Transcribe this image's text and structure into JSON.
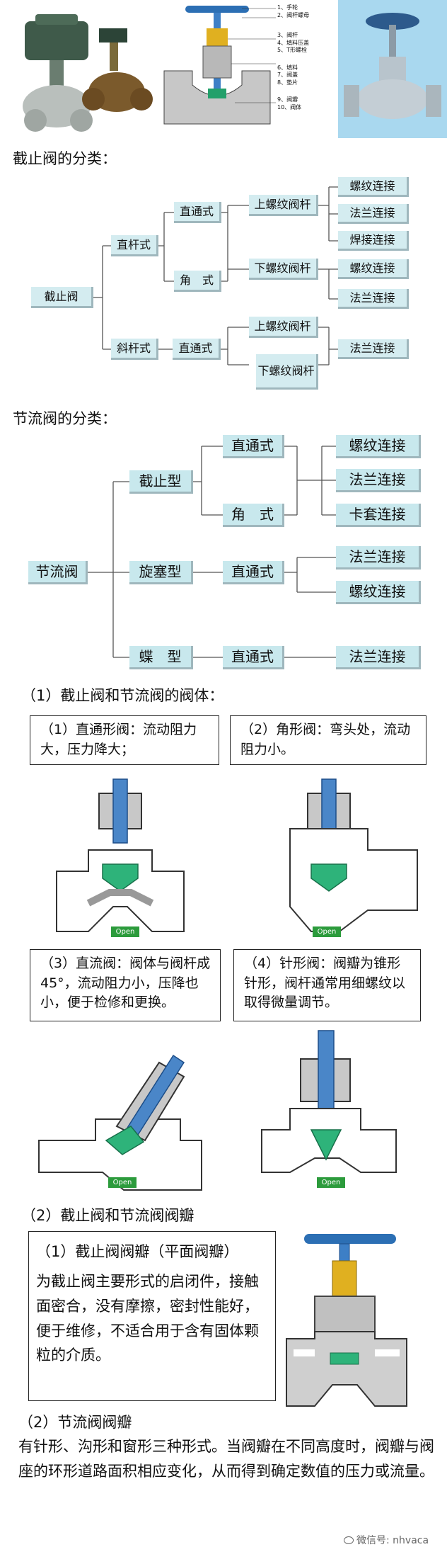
{
  "top_photo_labels": [
    "1、手轮",
    "2、阀杆螺母",
    "3、阀杆",
    "4、填料压盖",
    "5、T形螺栓",
    "6、填料",
    "7、阀盖",
    "8、垫片",
    "9、阀瓣",
    "10、阀体"
  ],
  "section1_title": "截止阀的分类：",
  "cutoff_tree": {
    "root": "截止阀",
    "straight_rod": "直杆式",
    "inclined_rod": "斜杆式",
    "through": "直通式",
    "angle": "角　式",
    "through2": "直通式",
    "upper_thread": "上螺纹阀杆",
    "lower_thread": "下螺纹阀杆",
    "upper_thread2": "上螺纹阀杆",
    "lower_thread2": "下螺纹阀杆",
    "c1": "螺纹连接",
    "c2": "法兰连接",
    "c3": "焊接连接",
    "c4": "螺纹连接",
    "c5": "法兰连接",
    "c6": "法兰连接"
  },
  "section2_title": "节流阀的分类：",
  "throttle_tree": {
    "root": "节流阀",
    "cutoff_type": "截止型",
    "plug_type": "旋塞型",
    "butterfly_type": "蝶　型",
    "through_a": "直通式",
    "angle": "角　式",
    "through_b": "直通式",
    "through_c": "直通式",
    "e1": "螺纹连接",
    "e2": "法兰连接",
    "e3": "卡套连接",
    "e4": "法兰连接",
    "e5": "螺纹连接",
    "e6": "法兰连接"
  },
  "section3_title": "（1）截止阀和节流阀的阀体：",
  "body_types": [
    {
      "text": "（1）直通形阀：流动阻力大，压力降大；"
    },
    {
      "text": "（2）角形阀：弯头处，流动阻力小。"
    },
    {
      "text": "（3）直流阀：阀体与阀杆成45°，流动阻力小，压降也小，便于检修和更换。"
    },
    {
      "text": "（4）针形阀：阀瓣为锥形针形，阀杆通常用细螺纹以取得微量调节。"
    }
  ],
  "open_label": "Open",
  "section4_title": "（2）截止阀和节流阀阀瓣",
  "disc_box": {
    "title": "（1）截止阀阀瓣（平面阀瓣）",
    "body": "为截止阀主要形式的启闭件，接触面密合，没有摩擦，密封性能好，便于维修，不适合用于含有固体颗粒的介质。"
  },
  "section5_title": "（2）节流阀阀瓣",
  "throttle_disc_text": "有针形、沟形和窗形三种形式。当阀瓣在不同高度时，阀瓣与阀座的环形道路面积相应变化，从而得到确定数值的压力或流量。",
  "watermark": "微信号: nhvaca",
  "colors": {
    "box_fill": "#c8e8ed",
    "stem_blue": "#4a86c8",
    "disc_green": "#2eb37a",
    "body_grey": "#c8c8c8",
    "open_bg": "#2c9b3c"
  }
}
